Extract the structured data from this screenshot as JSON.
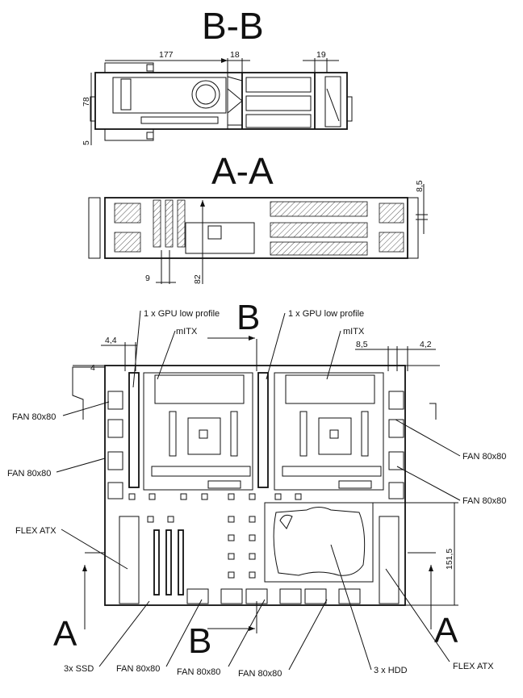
{
  "sections": {
    "bb_title": "B-B",
    "aa_title": "A-A"
  },
  "bb_dims": {
    "width_gpu": "177",
    "gap": "18",
    "fan": "19",
    "height": "78",
    "bottom": "5"
  },
  "aa_dims": {
    "top": "8,5",
    "slot": "9",
    "height": "82"
  },
  "plan_dims": {
    "left_top": "4,4",
    "left_small": "4",
    "right_a": "8,5",
    "right_b": "4,2",
    "psu_len": "151,5"
  },
  "section_markers": {
    "b_top": "B",
    "b_bottom": "B",
    "a_left": "A",
    "a_right": "A"
  },
  "callouts": {
    "gpu_left": "1 x GPU low profile",
    "gpu_right": "1 x GPU low profile",
    "mitx_left": "mITX",
    "mitx_right": "mITX",
    "fan_left_1": "FAN 80x80",
    "fan_left_2": "FAN 80x80",
    "fan_right_1": "FAN 80x80",
    "fan_right_2": "FAN 80x80",
    "flex_left": "FLEX ATX",
    "flex_right": "FLEX ATX",
    "ssd": "3x SSD",
    "fan_bottom_1": "FAN 80x80",
    "fan_bottom_2": "FAN 80x80",
    "fan_bottom_3": "FAN 80x80",
    "hdd": "3 x HDD"
  }
}
